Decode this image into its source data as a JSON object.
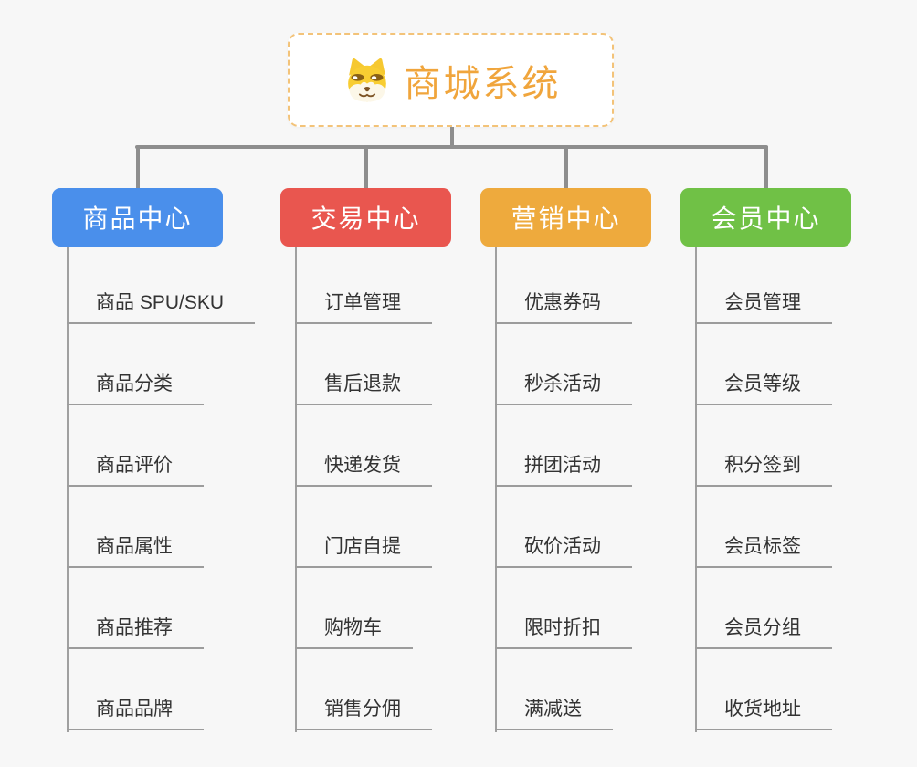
{
  "root": {
    "title": "商城系统",
    "icon": "dog-face-icon"
  },
  "branches": [
    {
      "id": "product-center",
      "label": "商品中心",
      "color": "#4a8feb",
      "children": [
        "商品 SPU/SKU",
        "商品分类",
        "商品评价",
        "商品属性",
        "商品推荐",
        "商品品牌"
      ]
    },
    {
      "id": "trade-center",
      "label": "交易中心",
      "color": "#e9564f",
      "children": [
        "订单管理",
        "售后退款",
        "快递发货",
        "门店自提",
        "购物车",
        "销售分佣"
      ]
    },
    {
      "id": "marketing-center",
      "label": "营销中心",
      "color": "#eeaa3d",
      "children": [
        "优惠券码",
        "秒杀活动",
        "拼团活动",
        "砍价活动",
        "限时折扣",
        "满减送"
      ]
    },
    {
      "id": "member-center",
      "label": "会员中心",
      "color": "#70c146",
      "children": [
        "会员管理",
        "会员等级",
        "积分签到",
        "会员标签",
        "会员分组",
        "收货地址"
      ]
    }
  ],
  "colors": {
    "background": "#f7f7f7",
    "root_accent": "#f0a53c",
    "root_border": "#f3c379",
    "connector": "#8e8e8e",
    "leaf_line": "#9c9c9c",
    "leaf_text": "#333333"
  }
}
